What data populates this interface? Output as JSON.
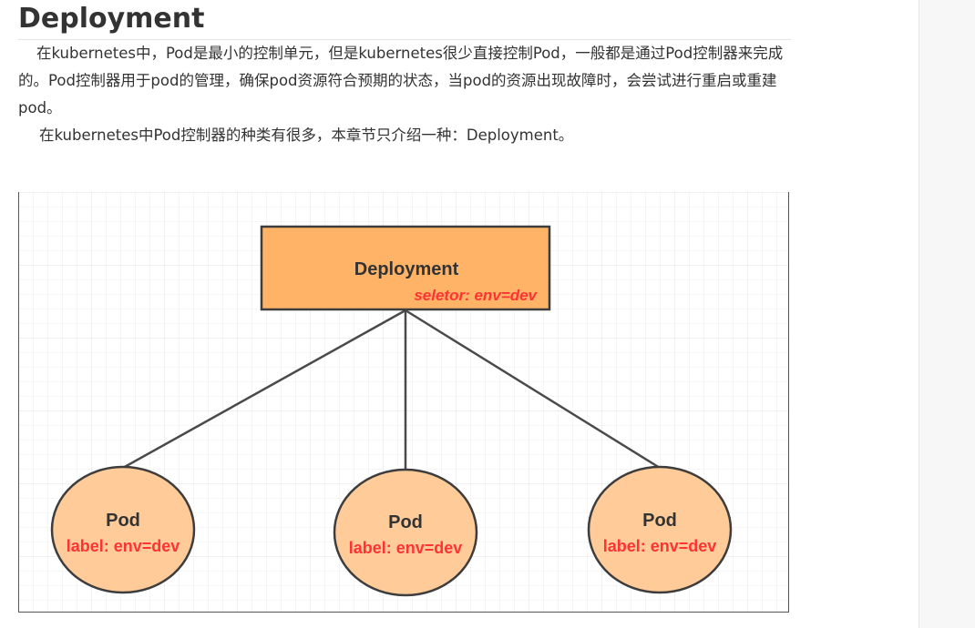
{
  "article": {
    "title": "Deployment",
    "paragraph1": "在kubernetes中，Pod是最小的控制单元，但是kubernetes很少直接控制Pod，一般都是通过Pod控制器来完成的。Pod控制器用于pod的管理，确保pod资源符合预期的状态，当pod的资源出现故障时，会尝试进行重启或重建pod。",
    "paragraph2": "在kubernetes中Pod控制器的种类有很多，本章节只介绍一种：Deployment。"
  },
  "diagram": {
    "deployment": {
      "name": "Deployment",
      "selector": "seletor:  env=dev",
      "fill": "#ffb366"
    },
    "pods": [
      {
        "name": "Pod",
        "label": "label: env=dev"
      },
      {
        "name": "Pod",
        "label": "label: env=dev"
      },
      {
        "name": "Pod",
        "label": "label: env=dev"
      }
    ],
    "colors": {
      "pod_fill": "#ffcc99",
      "accent_red": "#ff3333",
      "stroke": "#4a4a4a"
    }
  }
}
